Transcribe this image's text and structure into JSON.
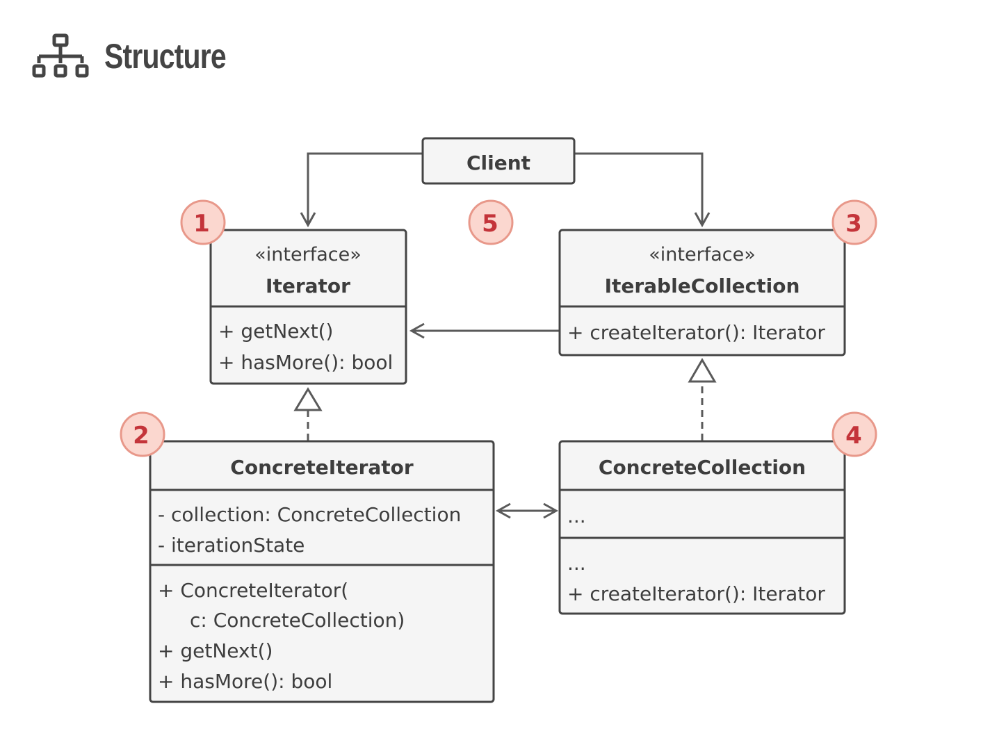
{
  "page": {
    "title": "Structure",
    "icon": "hierarchy-icon"
  },
  "client": {
    "title": "Client"
  },
  "iterator": {
    "stereotype": "«interface»",
    "title": "Iterator",
    "methods": [
      "+ getNext()",
      "+ hasMore(): bool"
    ]
  },
  "iterable_collection": {
    "stereotype": "«interface»",
    "title": "IterableCollection",
    "methods": [
      "+ createIterator(): Iterator"
    ]
  },
  "concrete_iterator": {
    "title": "ConcreteIterator",
    "fields": [
      "- collection: ConcreteCollection",
      "- iterationState"
    ],
    "methods": [
      "+ ConcreteIterator(",
      "c: ConcreteCollection)",
      "+ getNext()",
      "+ hasMore(): bool"
    ]
  },
  "concrete_collection": {
    "title": "ConcreteCollection",
    "fields": [
      "..."
    ],
    "methods": [
      "...",
      "+ createIterator(): Iterator"
    ]
  },
  "badges": [
    "1",
    "2",
    "3",
    "4",
    "5"
  ],
  "colors": {
    "box_fill": "#f5f5f5",
    "box_stroke": "#444444",
    "badge_fill": "#fbd7cf",
    "badge_stroke": "#e8988a",
    "badge_text": "#c4343a"
  }
}
